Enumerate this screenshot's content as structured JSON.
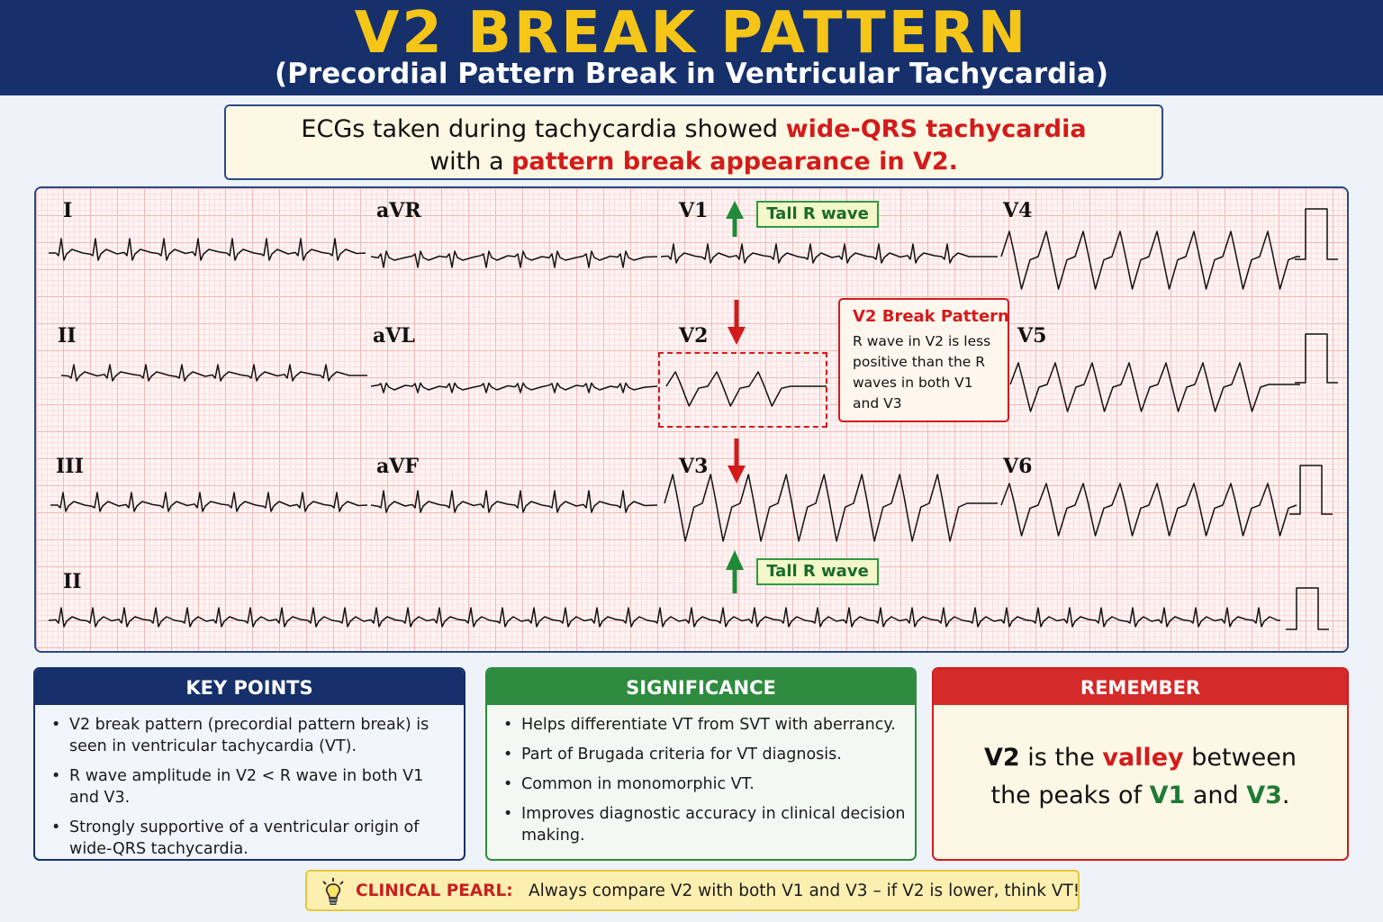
{
  "header": {
    "title": "V2 BREAK PATTERN",
    "subtitle": "(Precordial Pattern Break in Ventricular Tachycardia)"
  },
  "intro": {
    "line1_prefix": "ECGs taken during tachycardia showed ",
    "line1_highlight": "wide-QRS tachycardia",
    "line2_prefix": "with a ",
    "line2_highlight": "pattern break appearance in V2."
  },
  "ecg": {
    "leads": {
      "I": "I",
      "aVR": "aVR",
      "V1": "V1",
      "V4": "V4",
      "II": "II",
      "aVL": "aVL",
      "V2": "V2",
      "V5": "V5",
      "III": "III",
      "aVF": "aVF",
      "V3": "V3",
      "V6": "V6",
      "rhythm": "II"
    },
    "tall_r_top": "Tall R wave",
    "tall_r_bottom": "Tall R wave",
    "callout": {
      "title": "V2 Break Pattern",
      "body": "R wave in V2 is less positive than the R waves in both V1 and V3"
    },
    "arrow_colors": {
      "tall_r": "#1f8a3a",
      "break": "#d31b1b"
    }
  },
  "key_points": {
    "title": "KEY POINTS",
    "items": [
      "V2 break pattern (precordial pattern break) is seen in ventricular tachycardia (VT).",
      "R wave amplitude in V2 < R wave in both V1 and V3.",
      "Strongly supportive of a ventricular origin of wide-QRS tachycardia."
    ]
  },
  "significance": {
    "title": "SIGNIFICANCE",
    "items": [
      "Helps differentiate VT from SVT with aberrancy.",
      "Part of Brugada criteria for VT diagnosis.",
      "Common in monomorphic VT.",
      "Improves diagnostic accuracy in clinical decision making."
    ]
  },
  "remember": {
    "title": "REMEMBER",
    "t1": "V2",
    "t2": " is the ",
    "t3": "valley",
    "t4": " between",
    "t5": "the peaks of ",
    "t6": "V1",
    "t7": " and ",
    "t8": "V3",
    "t9": "."
  },
  "pearl": {
    "label": "CLINICAL PEARL:",
    "text": "Always compare V2 with both V1 and V3 – if V2 is lower, think VT!",
    "icon": "lightbulb-icon"
  },
  "colors": {
    "navy": "#15306b",
    "gold": "#f5c518",
    "red": "#d31b1b",
    "green": "#2e8b3f"
  }
}
